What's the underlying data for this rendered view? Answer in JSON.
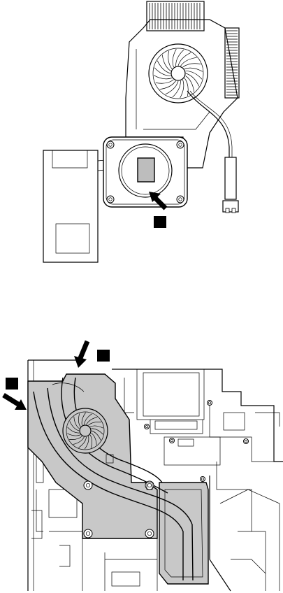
{
  "colors": {
    "line": "#000000",
    "part_fill": "#ffffff",
    "highlight_fill": "#c8c8c8",
    "thermal_pad": "#bdbdbd",
    "callout_fill": "#000000"
  },
  "figure_top": {
    "callouts": [
      {
        "label": ""
      }
    ],
    "arrows": [
      {
        "name": "arrow-to-thermal-pad"
      }
    ]
  },
  "figure_bottom": {
    "callouts": [
      {
        "label": ""
      },
      {
        "label": ""
      }
    ],
    "arrows": [
      {
        "name": "arrow-top"
      },
      {
        "name": "arrow-left"
      }
    ]
  }
}
